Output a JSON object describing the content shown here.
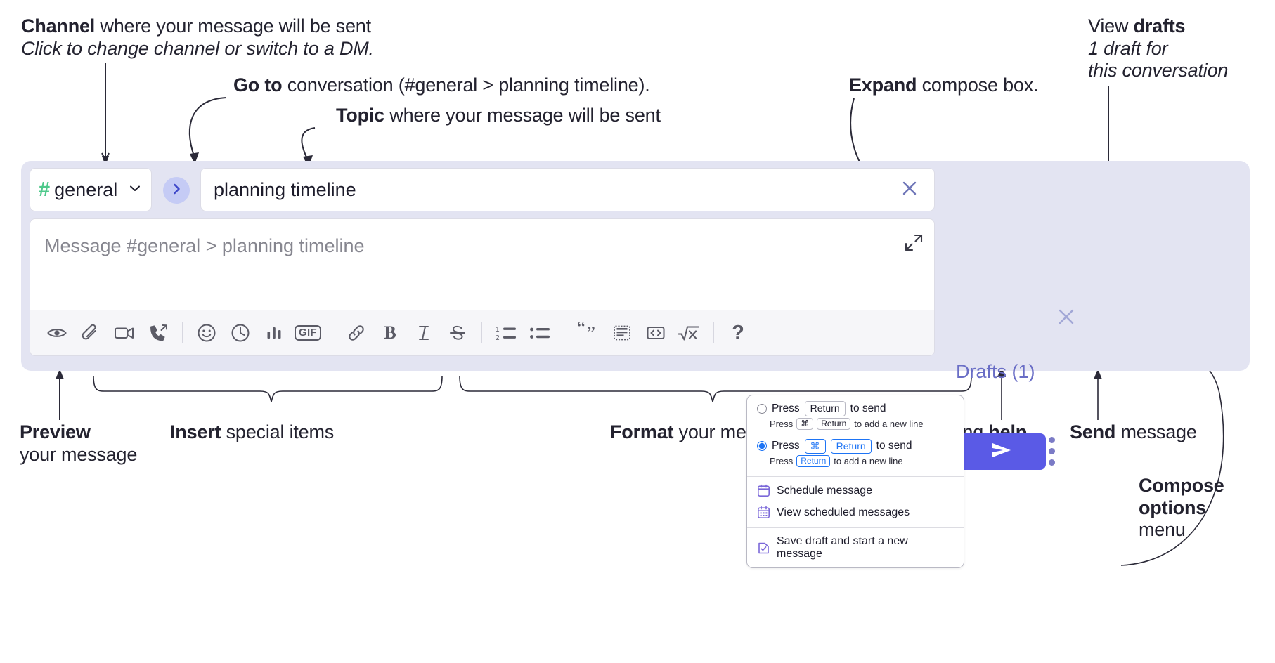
{
  "annotations": {
    "channel": {
      "line1_bold": "Channel",
      "line1_rest": " where your message will be sent",
      "line2_italic": "Click to change channel or switch to a DM."
    },
    "goto": {
      "bold": "Go to",
      "rest": " conversation (#general > planning timeline)."
    },
    "topic": {
      "bold": "Topic",
      "rest": " where your message will be sent"
    },
    "expand": {
      "bold": "Expand",
      "rest": " compose box."
    },
    "drafts": {
      "line1_plain": "View ",
      "line1_bold": "drafts",
      "line2_italic": "1 draft for",
      "line3_italic": "this conversation"
    },
    "preview": {
      "bold": "Preview",
      "line2": "your message"
    },
    "insert": {
      "bold": "Insert",
      "rest": " special items"
    },
    "format": {
      "bold": "Format",
      "rest": " your message"
    },
    "formatting_help": {
      "plain": "Formatting ",
      "bold": "help"
    },
    "send": {
      "bold": "Send",
      "rest": " message"
    },
    "compose_options": {
      "bold_line1": "Compose",
      "bold_line2": "options",
      "line3": "menu"
    }
  },
  "compose": {
    "channel_chip": {
      "hash": "#",
      "name": "general",
      "chevron": "chevron-down"
    },
    "goto_button_icon": "chevron-right",
    "topic": {
      "value": "planning timeline",
      "clear_icon": "close-x"
    },
    "message": {
      "placeholder": "Message #general > planning timeline",
      "value": ""
    },
    "expand_icon": "expand-arrows",
    "drafts_link": "Drafts (1)",
    "send_button_icon": "paper-plane",
    "kebab_icon": "more-vertical",
    "panel_close_icon": "close-x",
    "toolbar": [
      {
        "name": "preview-icon",
        "glyph": "eye"
      },
      {
        "name": "attachment-icon",
        "glyph": "paperclip"
      },
      {
        "name": "video-clip-icon",
        "glyph": "video"
      },
      {
        "name": "audio-clip-icon",
        "glyph": "phone"
      },
      {
        "sep": true
      },
      {
        "name": "emoji-icon",
        "glyph": "smiley"
      },
      {
        "name": "schedule-icon",
        "glyph": "clock"
      },
      {
        "name": "poll-icon",
        "glyph": "bars"
      },
      {
        "name": "gif-icon",
        "glyph": "GIF"
      },
      {
        "sep": true
      },
      {
        "name": "link-icon",
        "glyph": "link"
      },
      {
        "name": "bold-icon",
        "glyph": "B"
      },
      {
        "name": "italic-icon",
        "glyph": "I"
      },
      {
        "name": "strikethrough-icon",
        "glyph": "S"
      },
      {
        "sep": true
      },
      {
        "name": "ordered-list-icon",
        "glyph": "1-2-list"
      },
      {
        "name": "bulleted-list-icon",
        "glyph": "bullet-list"
      },
      {
        "sep": true
      },
      {
        "name": "blockquote-icon",
        "glyph": "quote"
      },
      {
        "name": "code-block-icon",
        "glyph": "code-block"
      },
      {
        "name": "code-icon",
        "glyph": "code"
      },
      {
        "name": "math-icon",
        "glyph": "sqrt-x"
      },
      {
        "sep": true
      },
      {
        "name": "formatting-help-icon",
        "glyph": "?"
      }
    ]
  },
  "options_menu": {
    "option1": {
      "selected": false,
      "press": "Press",
      "key": "Return",
      "to_send": "to send",
      "sub_press": "Press",
      "sub_key1": "⌘",
      "sub_key2": "Return",
      "sub_tail": "to add a new line"
    },
    "option2": {
      "selected": true,
      "press": "Press",
      "key1": "⌘",
      "key2": "Return",
      "to_send": "to send",
      "sub_press": "Press",
      "sub_key": "Return",
      "sub_tail": "to add a new line"
    },
    "items": [
      {
        "label": "Schedule message",
        "icon": "calendar-icon"
      },
      {
        "label": "View scheduled messages",
        "icon": "calendar-grid-icon"
      },
      {
        "label": "Save draft and start a new message",
        "icon": "draft-check-icon"
      }
    ]
  },
  "colors": {
    "panel_bg": "#e3e4f2",
    "send_button": "#5a5ae6",
    "drafts_text": "#6a6ec6",
    "hash_green": "#4ec98b",
    "goto_bubble": "#c5cbf5",
    "accent_blue": "#1d74f5",
    "menu_icon_purple": "#7b68d9"
  }
}
